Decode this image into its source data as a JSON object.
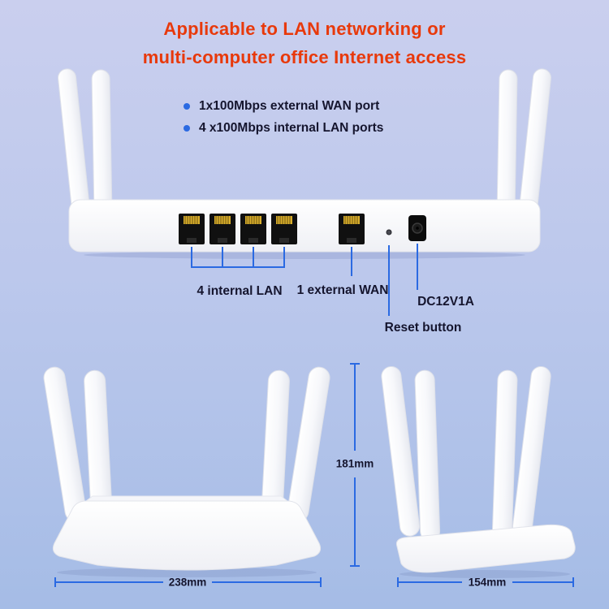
{
  "title": {
    "line1": "Applicable to LAN networking or",
    "line2": "multi-computer office Internet access"
  },
  "features": [
    "1x100Mbps external WAN port",
    "4 x100Mbps internal LAN ports"
  ],
  "callouts": {
    "lan": "4 internal LAN",
    "wan": "1 external WAN",
    "reset": "Reset button",
    "dc": "DC12V1A"
  },
  "dimensions": {
    "height": "181mm",
    "width": "238mm",
    "depth": "154mm"
  },
  "colors": {
    "accent": "#2b6ae2",
    "title": "#e8390b",
    "text": "#15152e",
    "bg_top": "#cacfee",
    "bg_bottom": "#a5bce6"
  }
}
